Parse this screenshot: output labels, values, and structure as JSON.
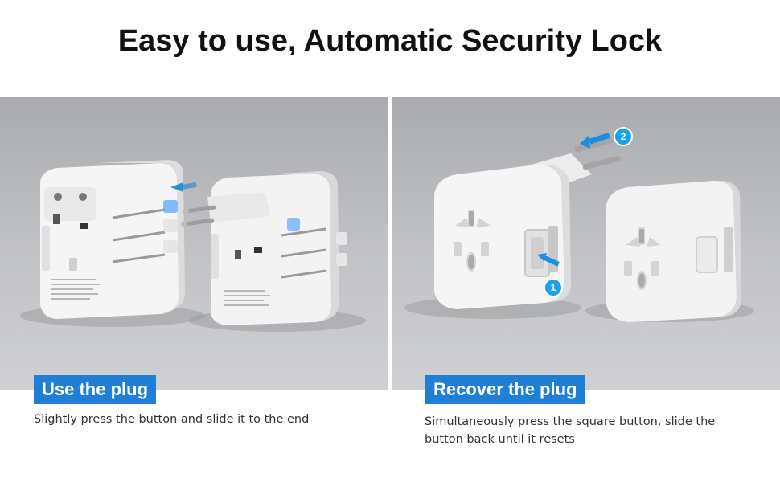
{
  "title": "Easy to use, Automatic Security Lock",
  "left_panel": {
    "tag": "Use the plug",
    "description": "Slightly press the button and slide it to the end"
  },
  "right_panel": {
    "tag": "Recover the plug",
    "description": "Simultaneously press the square button, slide the button back until it resets",
    "step_badges": [
      "2",
      "1"
    ]
  },
  "colors": {
    "accent": "#1f7fd6",
    "badge": "#1aa3e8",
    "panel_bg": "#bcbdc0",
    "device_white": "#f4f4f4"
  }
}
